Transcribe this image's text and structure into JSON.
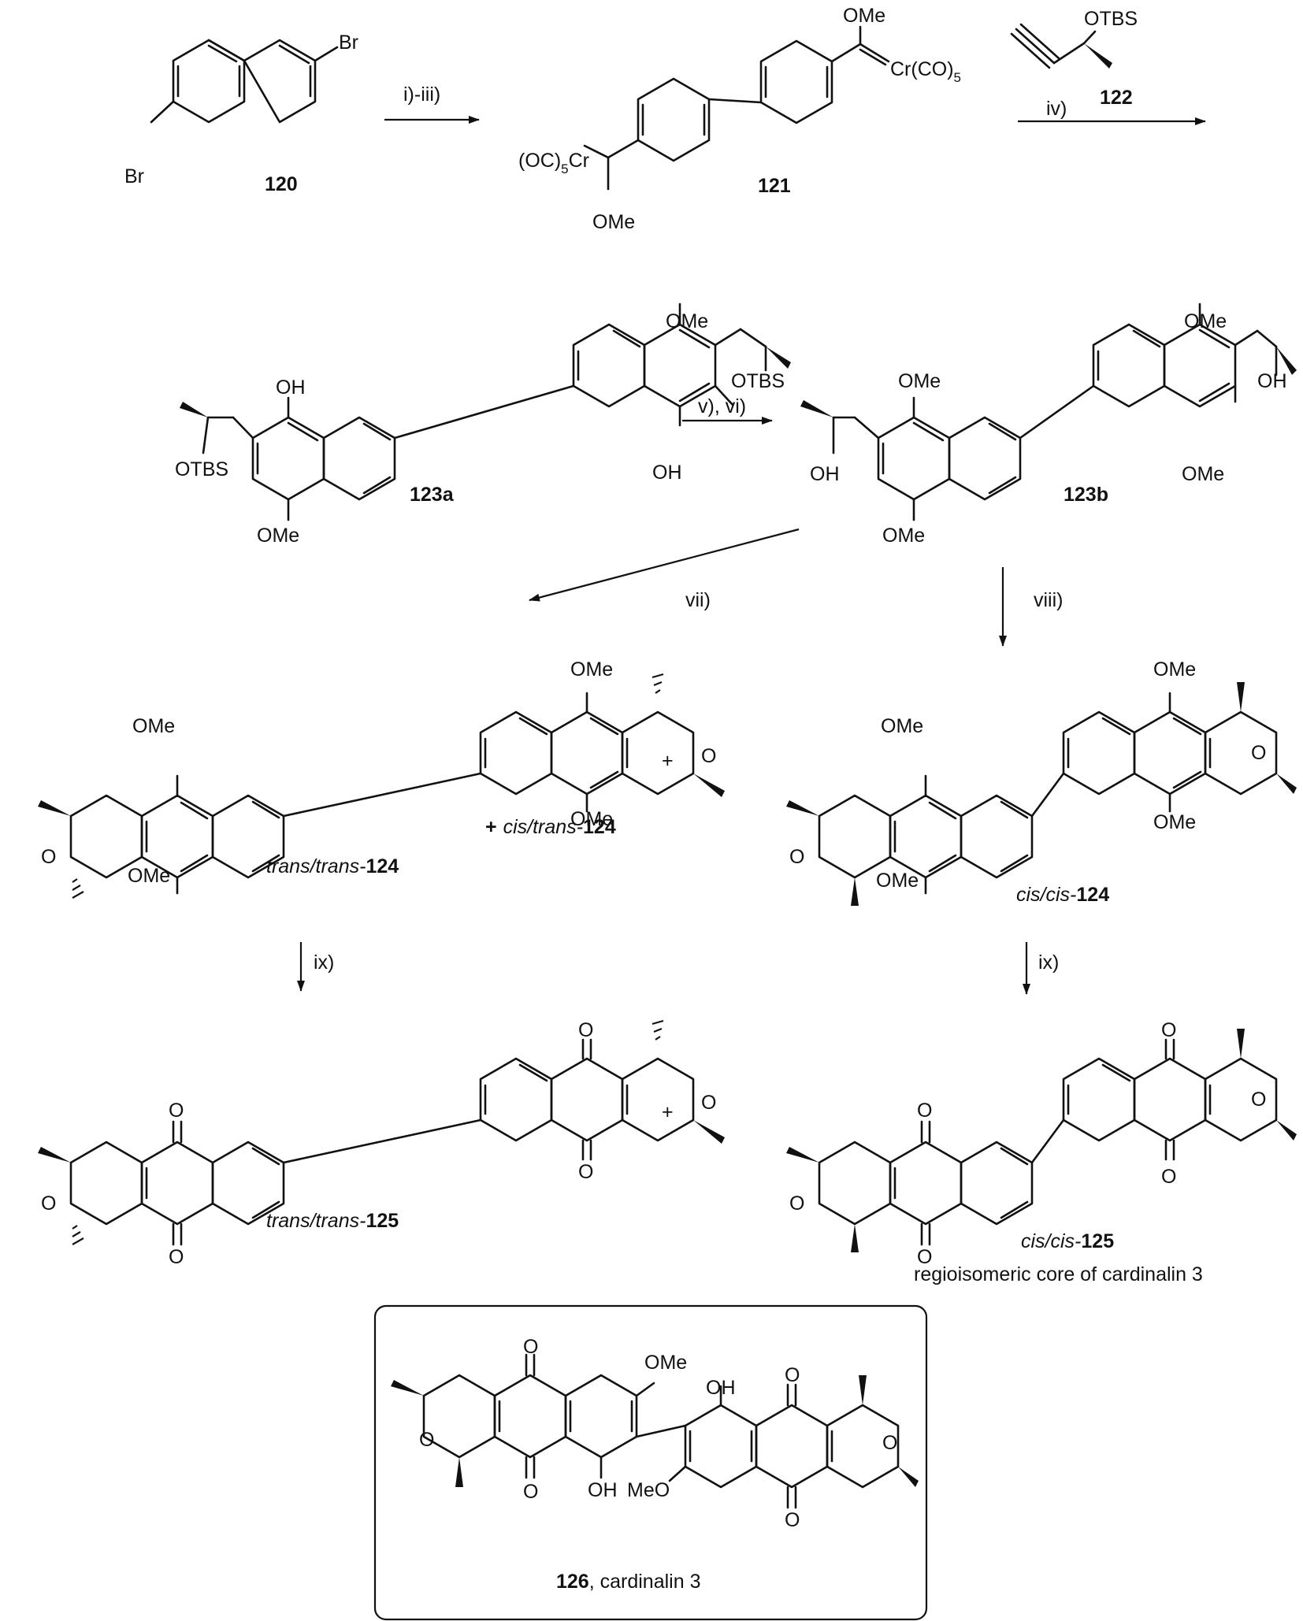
{
  "compounds": {
    "c120": "120",
    "c121": "121",
    "c122": "122",
    "c123a": "123a",
    "c123b": "123b",
    "trans124": {
      "prefix": "trans/trans-",
      "num": "124"
    },
    "cistrans124": {
      "prefix": "cis/trans-",
      "num": "124"
    },
    "cis124": {
      "prefix": "cis/cis-",
      "num": "124"
    },
    "trans125": {
      "prefix": "trans/trans-",
      "num": "125"
    },
    "cis125": {
      "prefix": "cis/cis-",
      "num": "125"
    },
    "c126": {
      "num": "126",
      "suffix": ", cardinalin 3"
    }
  },
  "captions": {
    "cis125_note": "regioisomeric core of cardinalin 3"
  },
  "steps": {
    "s1": "i)-iii)",
    "s2": "iv)",
    "s3": "v), vi)",
    "s4": "vii)",
    "s5": "viii)",
    "s6": "ix)",
    "s7": "ix)"
  },
  "plus_sign": "+",
  "atom_labels": {
    "Br": "Br",
    "OMe": "OMe",
    "MeO": "MeO",
    "OTBS": "OTBS",
    "OH": "OH",
    "O": "O",
    "CrCO5": "Cr(CO)",
    "OC5Cr_a": "(OC)",
    "OC5Cr_b": "Cr",
    "sub5": "5"
  }
}
